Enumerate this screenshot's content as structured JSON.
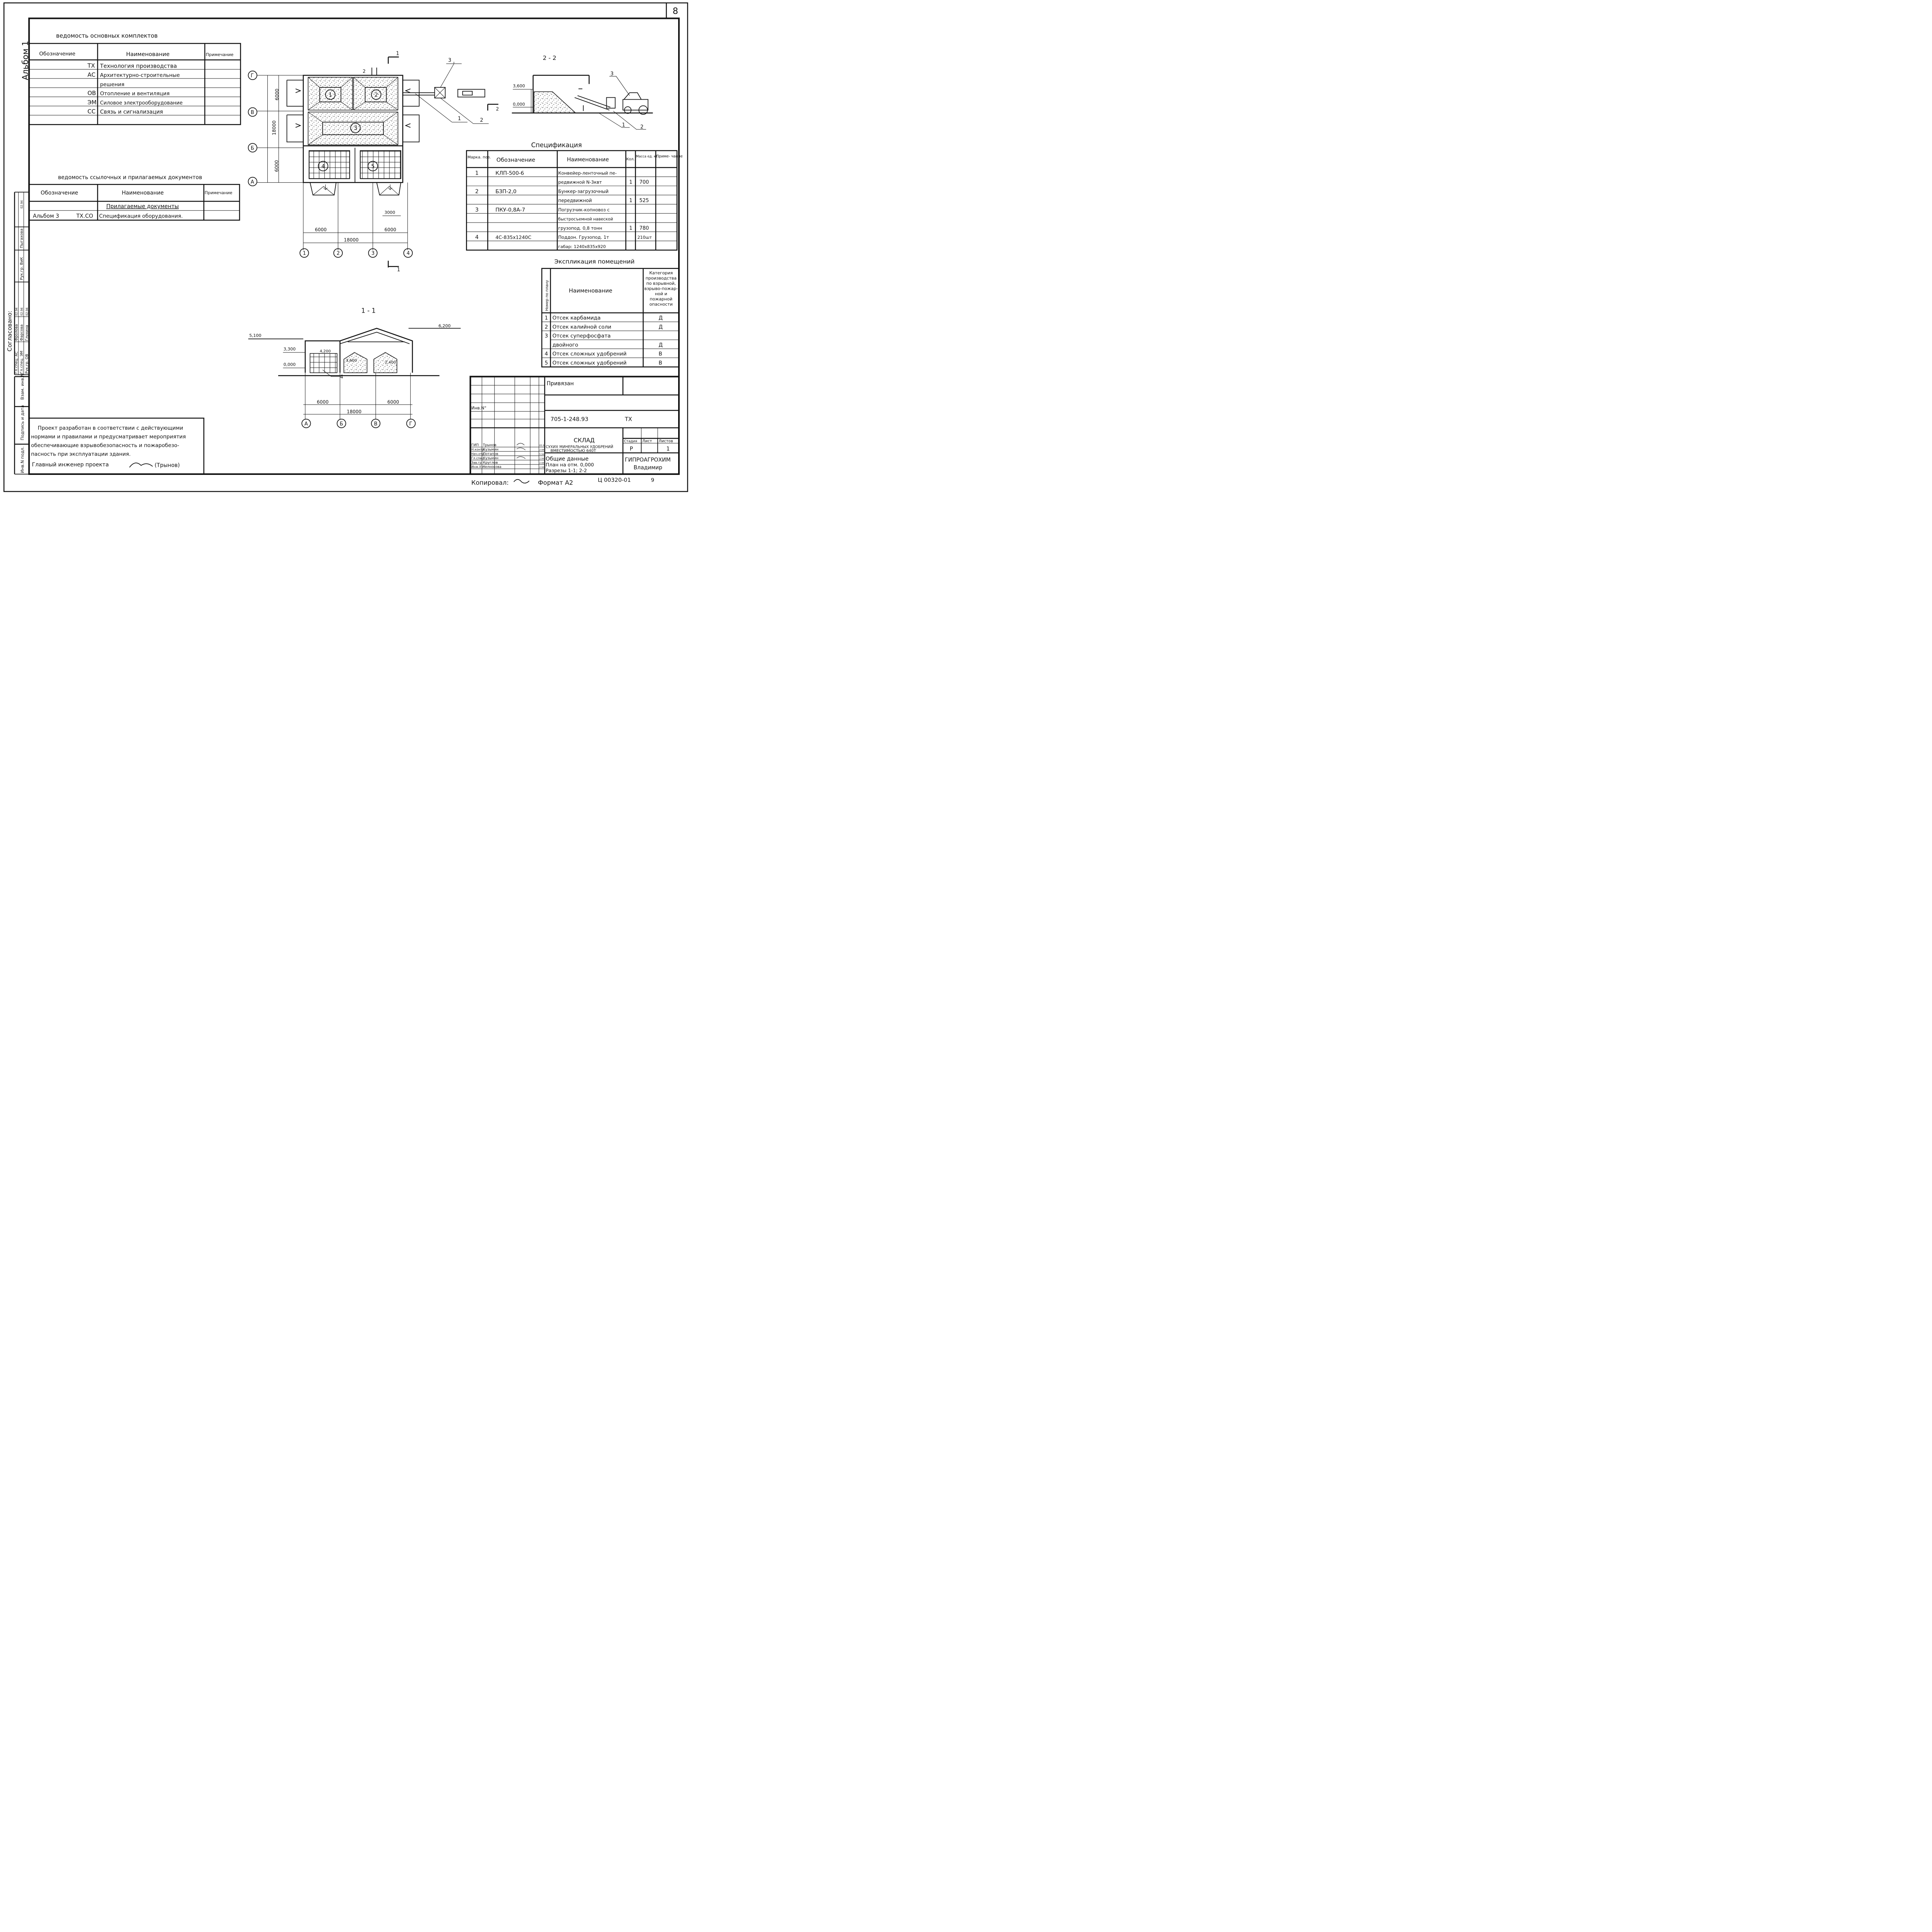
{
  "sheet": {
    "number": "8",
    "album_label": "Альбом 1",
    "footer": {
      "copied_label": "Копировал:",
      "format": "Формат А2",
      "code": "Ц 00320-01",
      "suffix": "9"
    }
  },
  "main_sets": {
    "title": "ведомость основных комплектов",
    "headers": [
      "Обозначение",
      "Наименование",
      "Примечание"
    ],
    "rows": [
      [
        "ТХ",
        "Технология производства",
        ""
      ],
      [
        "АС",
        "Архитектурно-строительные",
        ""
      ],
      [
        "",
        "решения",
        ""
      ],
      [
        "ОВ",
        "Отопление и вентиляция",
        ""
      ],
      [
        "ЭМ",
        "Силовое электрооборудование",
        ""
      ],
      [
        "СС",
        "Связь и сигнализация",
        ""
      ],
      [
        "",
        "",
        ""
      ]
    ]
  },
  "ref_docs": {
    "title": "ведомость ссылочных и прилагаемых документов",
    "headers": [
      "Обозначение",
      "Наименование",
      "Примечание"
    ],
    "section": "Прилагаемые документы",
    "row": {
      "album": "Альбом 3",
      "code": "ТХ.СО",
      "name": "Спецификация оборудования."
    }
  },
  "approvals": {
    "title": "Согласовано:",
    "rows": [
      [
        "Гл.спец. АС",
        "Фролова",
        "02.94"
      ],
      [
        "Гл.спец. ЭМ",
        "Фарсова",
        "02.94"
      ],
      [
        "Рук.гр. ОВ",
        "Глухина",
        "02.94"
      ]
    ],
    "side_columns": [
      "Рук.гр. ВиК",
      "Пыгахова",
      "02.94"
    ]
  },
  "left_strip": {
    "labels": [
      "Взам. инв.N",
      "Подпись и дата",
      "Инв.N подл."
    ]
  },
  "plan": {
    "axes_letters": [
      "Г",
      "В",
      "Б",
      "А"
    ],
    "axes_numbers": [
      "1",
      "2",
      "3",
      "4"
    ],
    "dims_vertical": [
      "6000",
      "18000",
      "6000"
    ],
    "dims_horizontal": [
      "6000",
      "6000",
      "18000"
    ],
    "dim_3000": "3000",
    "rooms": [
      "1",
      "2",
      "3",
      "4",
      "5"
    ],
    "section_marks": [
      "1",
      "1",
      "2",
      "2"
    ]
  },
  "section22": {
    "title": "2 - 2",
    "levels": [
      "3,600",
      "0,000"
    ],
    "callouts": [
      "3",
      "1",
      "2"
    ]
  },
  "plan_callouts": [
    "3",
    "1",
    "2"
  ],
  "section11": {
    "title": "1 - 1",
    "levels": [
      "5,100",
      "6,200",
      "3,300",
      "0,000"
    ],
    "inner_levels": [
      "4,200",
      "3,600",
      "2,400"
    ],
    "callout": "4",
    "dims": [
      "6000",
      "6000",
      "18000"
    ],
    "axes": [
      "А",
      "Б",
      "В",
      "Г"
    ]
  },
  "spec": {
    "title": "Спецификация",
    "headers": [
      "Марка. поз.",
      "Обозначение",
      "Наименование",
      "Кол.",
      "Масса ед. кг.",
      "Приме- чание"
    ],
    "rows": [
      [
        "1",
        "КЛП-500-6",
        "Конвейер-ленточный пе-",
        "",
        "",
        ""
      ],
      [
        "",
        "",
        "редвижной N-3квт",
        "1",
        "700",
        ""
      ],
      [
        "2",
        "БЗП-2,0",
        "Бункер-загрузочный",
        "",
        "",
        ""
      ],
      [
        "",
        "",
        "передвижной",
        "1",
        "525",
        ""
      ],
      [
        "3",
        "ПКУ-0,8А-7",
        "Погрузчик-копновоз с",
        "",
        "",
        ""
      ],
      [
        "",
        "",
        "быстросъемной навеской",
        "",
        "",
        ""
      ],
      [
        "",
        "",
        "грузопод. 0,8 тонн",
        "1",
        "780",
        ""
      ],
      [
        "4",
        "4С-835х1240С",
        "Поддон. Грузопод. 1т",
        "",
        "210шт",
        ""
      ],
      [
        "",
        "",
        "габар: 1240х835х920",
        "",
        "",
        ""
      ]
    ]
  },
  "explication": {
    "title": "Экспликация помещений",
    "headers": [
      "Номер по плану",
      "Наименование",
      "Категория производства по взрывной, взрыво-пожар- ной и пожарной опасности"
    ],
    "rows": [
      [
        "1",
        "Отсек карбамида",
        "Д"
      ],
      [
        "2",
        "Отсек калийной соли",
        "Д"
      ],
      [
        "3",
        "Отсек суперфосфата",
        ""
      ],
      [
        "",
        "двойного",
        "Д"
      ],
      [
        "4",
        "Отсек сложных удобрений",
        "В"
      ],
      [
        "5",
        "Отсек сложных удобрений",
        "В"
      ]
    ]
  },
  "note": {
    "lines": [
      "Проект разработан в соответствии с действующими",
      "нормами и правилами и предусматривает мероприятия",
      "обеспечивающие взрывобезопасность и пожаробезо-",
      "пасность при эксплуатации здания."
    ],
    "chief_label": "Главный инженер проекта",
    "chief_name": "(Трынов)"
  },
  "titleblock": {
    "bound": "Привязан",
    "inv": "Инв.N°",
    "doc_code": "705-1-248.93",
    "doc_mark": "ТХ",
    "staff": [
      [
        "ГИП",
        "Трынов",
        "05.94"
      ],
      [
        "Н.контр.",
        "Кузьмин",
        "2.94"
      ],
      [
        "Нач.отд.",
        "Потапов",
        "5.94"
      ],
      [
        "Гл.спец.",
        "Кузьмин",
        "2.94"
      ],
      [
        "Зав.гр.",
        "Круглов",
        "2.94"
      ],
      [
        "Инж.II к.",
        "Челнокова",
        "2.94"
      ]
    ],
    "object_title": "СКЛАД",
    "object_sub1": "СУХИХ МИНЕРАЛЬНЫХ УДОБРЕНИЙ",
    "object_sub2": "ВМЕСТИМОСТЬЮ 640Т",
    "drawing_title": "Общие данные",
    "drawing_sub1": "План на отм. 0,000",
    "drawing_sub2": "Разрезы 1-1; 2-2",
    "stage_label": "Стадия",
    "sheet_label": "Лист",
    "sheets_label": "Листов",
    "stage": "Р",
    "sheets": "1",
    "org1": "ГИПРОАГРОХИМ",
    "org2": "Владимир"
  }
}
